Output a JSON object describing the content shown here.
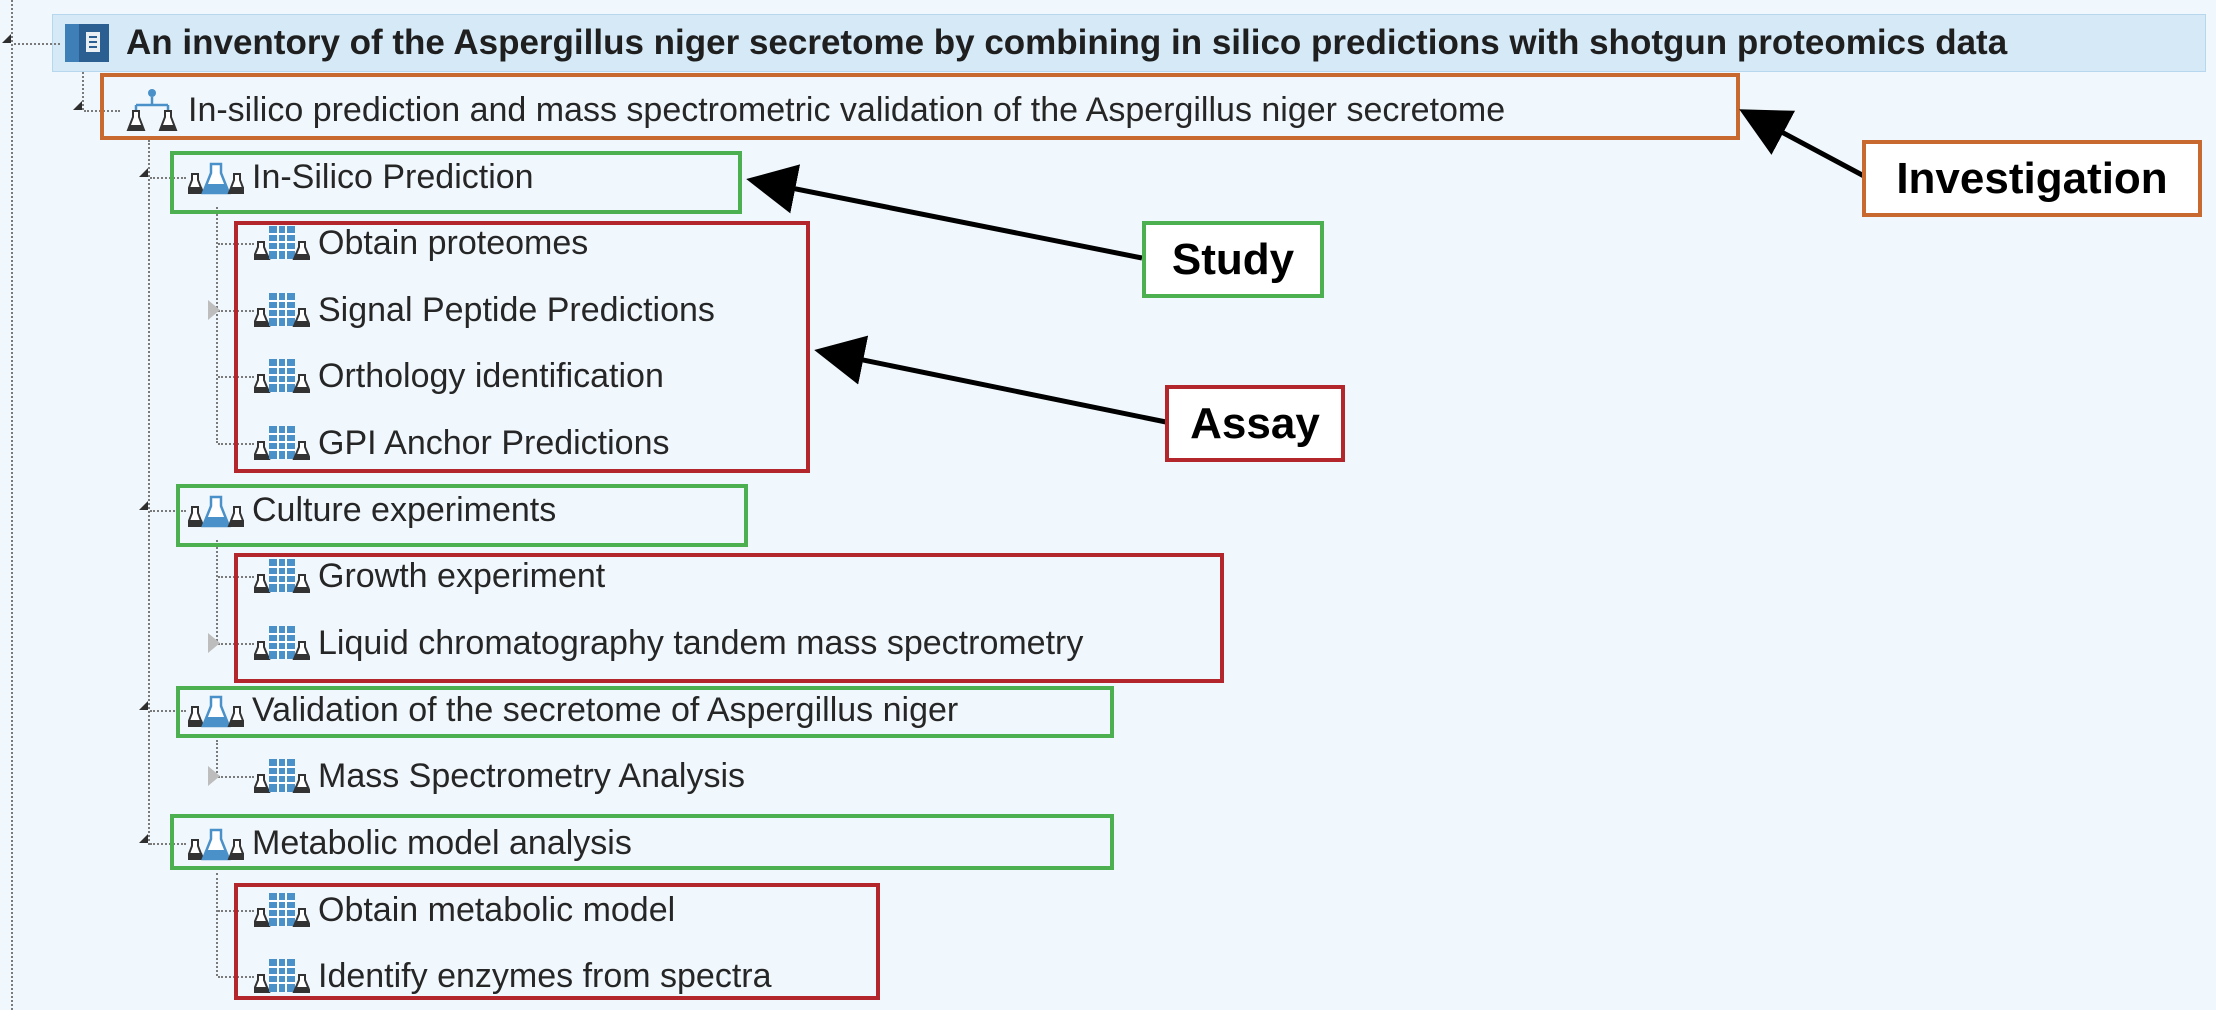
{
  "tree": {
    "root": {
      "label": "An inventory of the Aspergillus niger secretome by combining in silico predictions with shotgun proteomics data",
      "icon": "book-icon"
    },
    "investigation": {
      "label": "In-silico prediction and mass spectrometric validation of the Aspergillus niger secretome",
      "icon": "investigation-icon"
    },
    "studies": [
      {
        "label": "In-Silico Prediction",
        "icon": "study-flasks-icon",
        "assays": [
          {
            "label": "Obtain proteomes",
            "icon": "assay-icon"
          },
          {
            "label": "Signal Peptide Predictions",
            "icon": "assay-icon",
            "has_children": true
          },
          {
            "label": "Orthology identification",
            "icon": "assay-icon"
          },
          {
            "label": "GPI Anchor Predictions",
            "icon": "assay-icon"
          }
        ]
      },
      {
        "label": "Culture experiments",
        "icon": "study-flasks-icon",
        "assays": [
          {
            "label": "Growth experiment",
            "icon": "assay-icon"
          },
          {
            "label": "Liquid chromatography tandem mass spectrometry",
            "icon": "assay-icon",
            "has_children": true
          }
        ]
      },
      {
        "label": "Validation of the secretome of Aspergillus niger",
        "icon": "study-flasks-icon",
        "assays": [
          {
            "label": "Mass Spectrometry Analysis",
            "icon": "assay-icon",
            "has_children": true
          }
        ]
      },
      {
        "label": "Metabolic model analysis",
        "icon": "study-flasks-icon",
        "assays": [
          {
            "label": "Obtain metabolic model",
            "icon": "assay-icon"
          },
          {
            "label": "Identify enzymes from spectra",
            "icon": "assay-icon"
          }
        ]
      }
    ]
  },
  "callouts": {
    "investigation": "Investigation",
    "study": "Study",
    "assay": "Assay"
  },
  "colors": {
    "investigation_box": "#c8692f",
    "study_box": "#4caf50",
    "assay_box": "#b3262b",
    "icon_blue": "#4a90c9",
    "selection": "#d5e9f7"
  }
}
